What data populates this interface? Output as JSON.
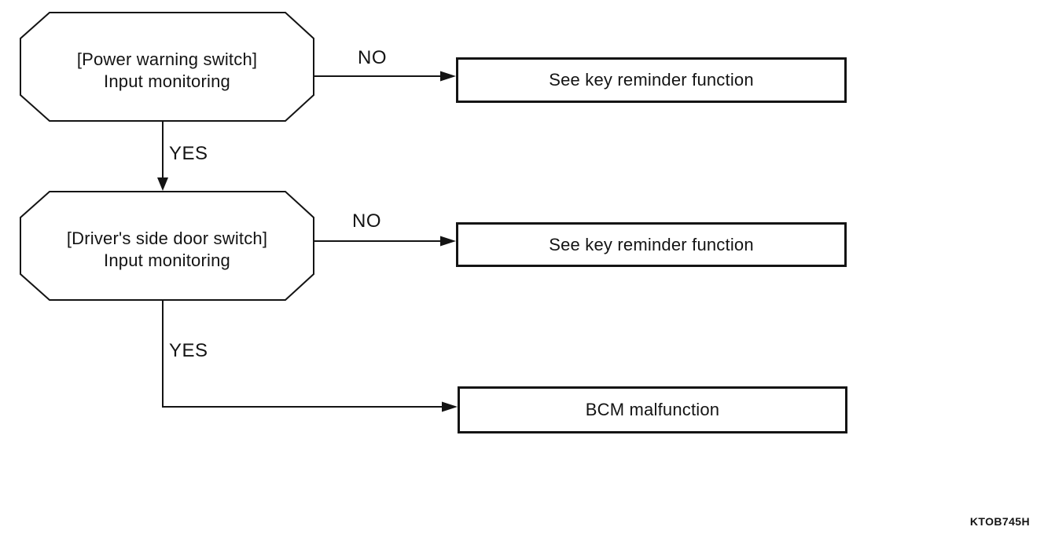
{
  "colors": {
    "ink": "#141414",
    "background": "#ffffff"
  },
  "flowchart": {
    "nodes": {
      "decision1": {
        "line1": "[Power warning switch]",
        "line2": "Input monitoring"
      },
      "decision2": {
        "line1": "[Driver's side door switch]",
        "line2": "Input monitoring"
      },
      "result1": {
        "label": "See key reminder function"
      },
      "result2": {
        "label": "See key reminder function"
      },
      "result3": {
        "label": "BCM malfunction"
      }
    },
    "edge_labels": {
      "no1": "NO",
      "yes1": "YES",
      "no2": "NO",
      "yes2": "YES"
    },
    "figure_code": "KTOB745H"
  }
}
